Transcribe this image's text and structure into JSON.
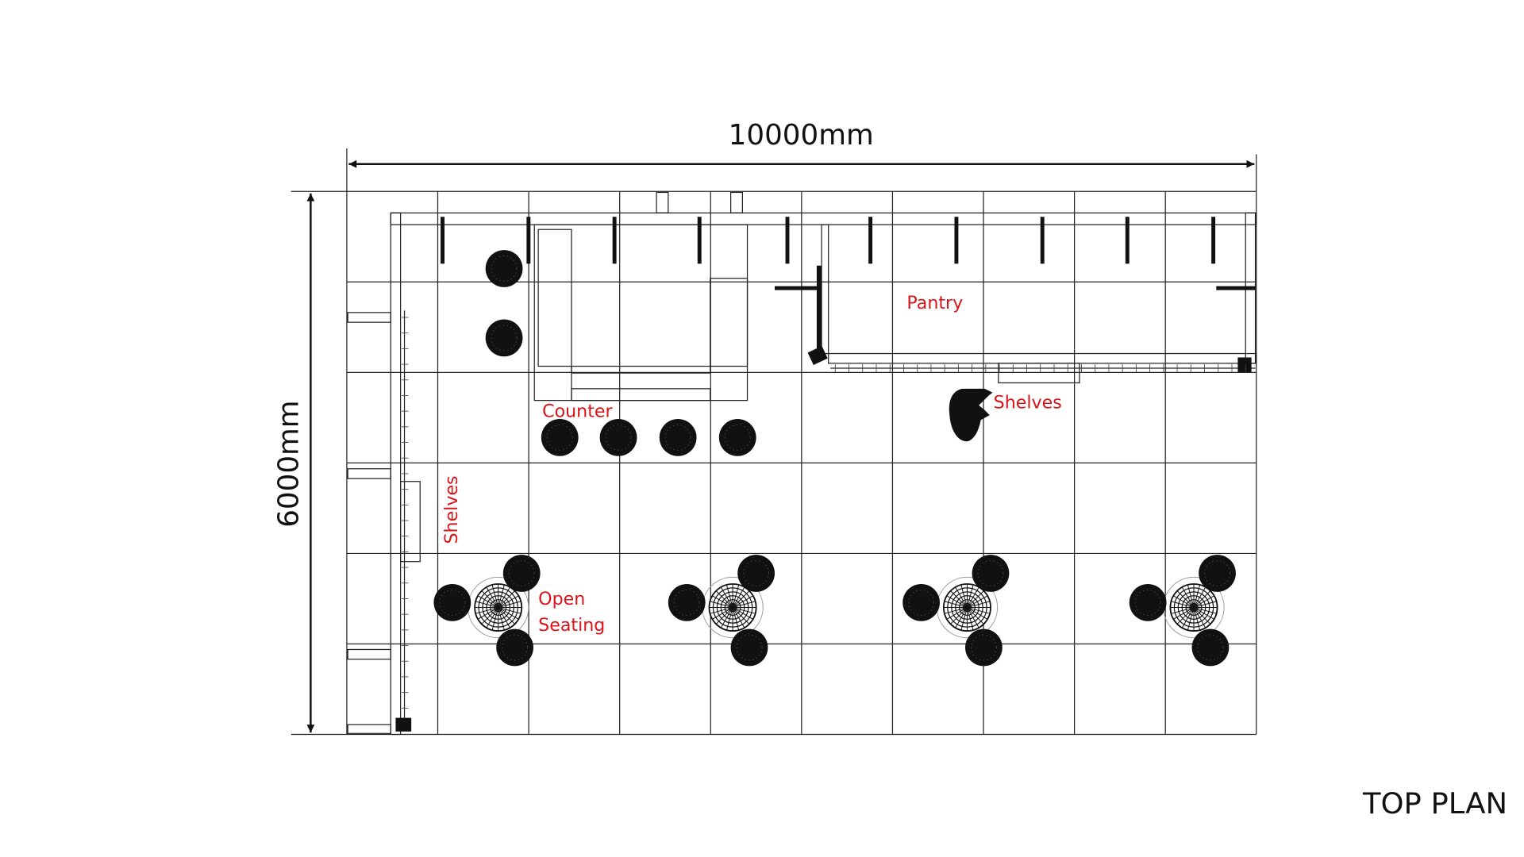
{
  "title": "TOP PLAN",
  "dimensions": {
    "width_label": "10000mm",
    "height_label": "6000mm"
  },
  "labels": {
    "pantry": "Pantry",
    "counter": "Counter",
    "shelves_right": "Shelves",
    "shelves_left": "Shelves",
    "open_seating_line1": "Open",
    "open_seating_line2": "Seating"
  },
  "colors": {
    "label": "#d9141b",
    "lines": "#222222"
  },
  "grid": {
    "columns": 10,
    "rows": 6
  }
}
